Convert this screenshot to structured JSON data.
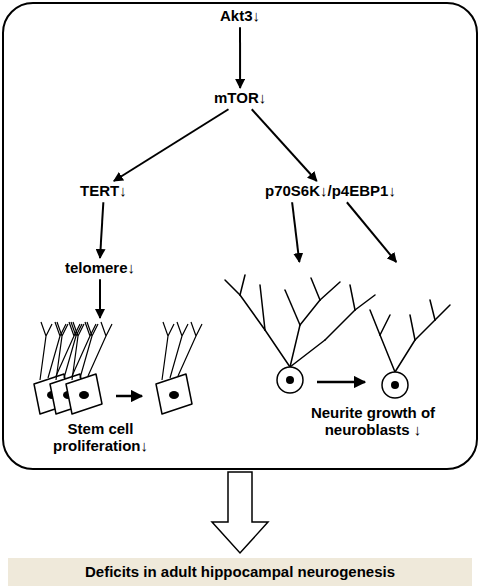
{
  "diagram": {
    "nodes": [
      {
        "text": [
          "Akt3↓"
        ]
      },
      {
        "text": [
          "mTOR↓"
        ]
      },
      {
        "text": [
          "TERT↓"
        ]
      },
      {
        "text": [
          "p70S6K↓/p4EBP1↓"
        ]
      },
      {
        "text": [
          "telomere↓"
        ]
      },
      {
        "text": [
          "Stem cell proliferation↓"
        ]
      },
      {
        "text": [
          "Neurite growth of neuroblasts ↓"
        ]
      },
      {
        "text": [
          "Deficits in adult hippocampal neurogenesis"
        ]
      }
    ],
    "edges": [
      {
        "from": 0,
        "to": 1,
        "arrow": "to"
      },
      {
        "from": 1,
        "to": 2,
        "arrow": "to"
      },
      {
        "from": 1,
        "to": 3,
        "arrow": "to"
      },
      {
        "from": 2,
        "to": 4,
        "arrow": "to"
      },
      {
        "from": 4,
        "to": 5,
        "arrow": "to"
      },
      {
        "from": 3,
        "to": 6,
        "arrow": "to"
      },
      {
        "from": 3,
        "to": 6,
        "arrow": "to"
      }
    ]
  }
}
